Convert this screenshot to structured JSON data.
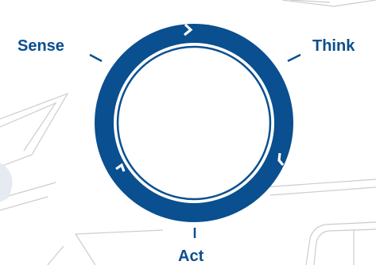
{
  "diagram": {
    "labels": {
      "sense": "Sense",
      "think": "Think",
      "act": "Act"
    },
    "colors": {
      "cycle": "#0a4f8f",
      "background_sketch": "#c9ccd1"
    }
  }
}
